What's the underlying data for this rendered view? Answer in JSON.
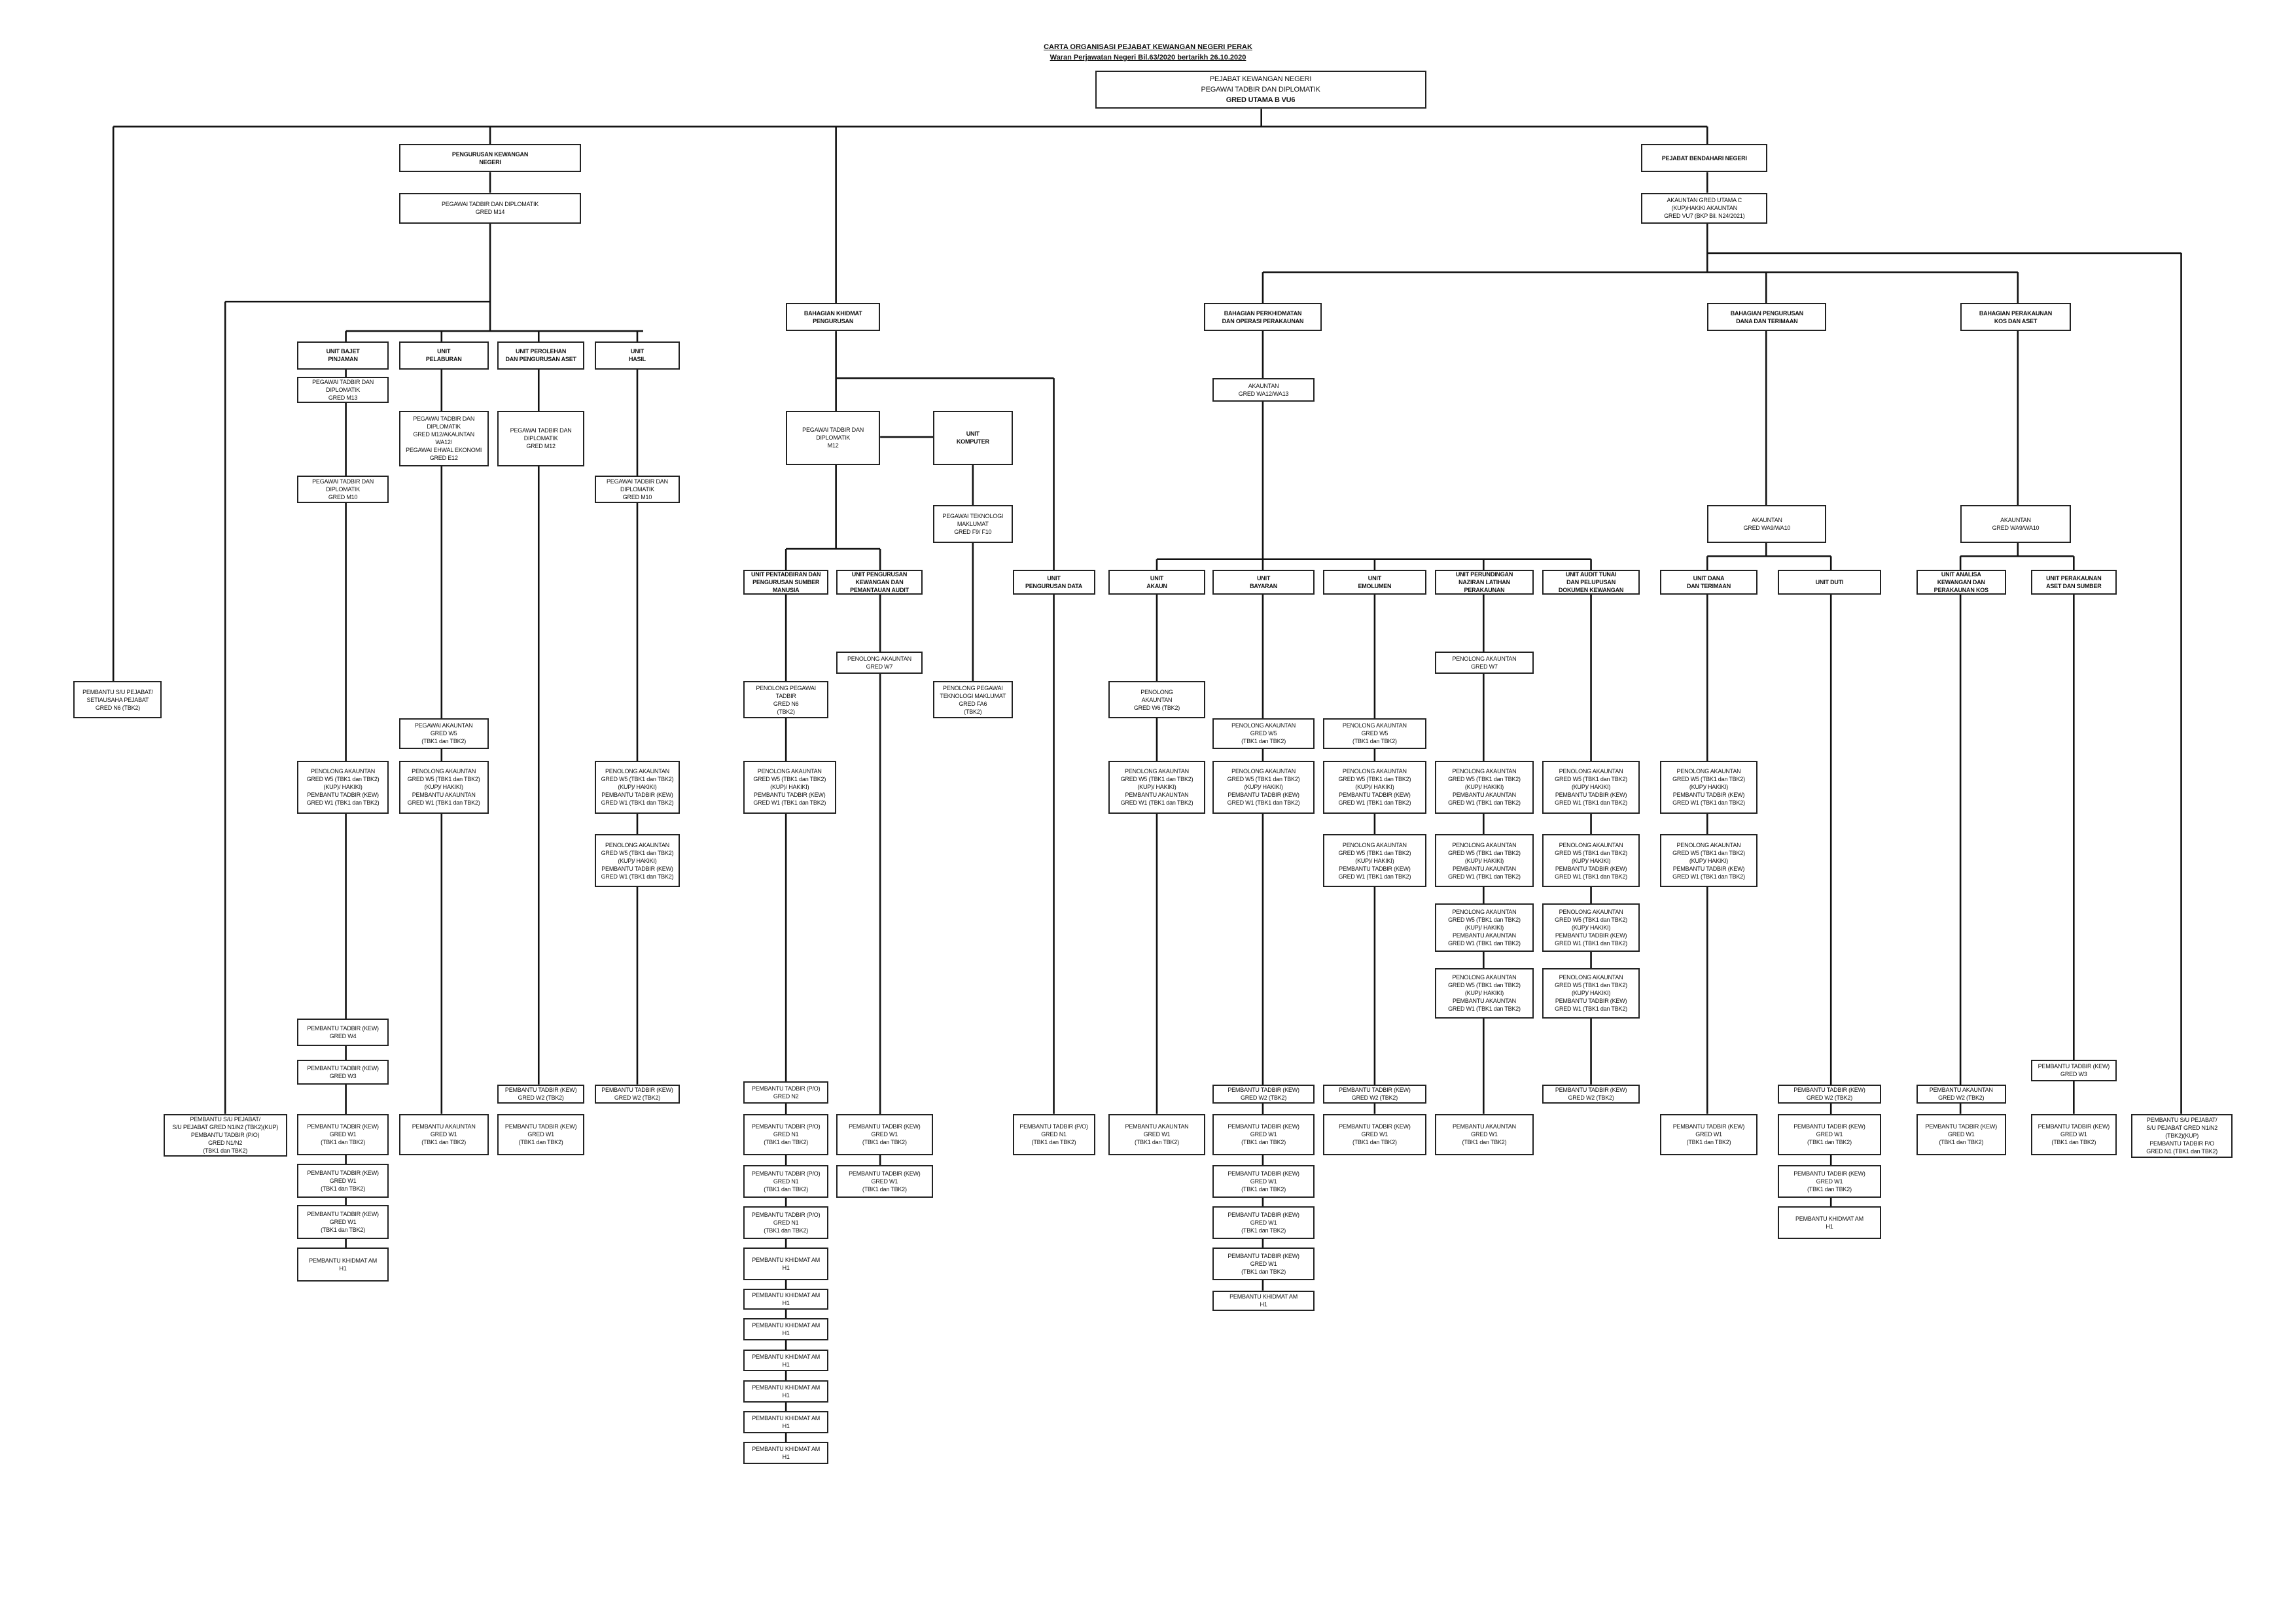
{
  "header": {
    "title": "CARTA ORGANISASI PEJABAT KEWANGAN NEGERI PERAK",
    "subtitle": "Waran Perjawatan Negeri Bil.63/2020 bertarikh 26.10.2020"
  },
  "nodes": {
    "top": [
      "PEJABAT KEWANGAN NEGERI",
      "PEGAWAI TADBIR DAN DIPLOMATIK",
      "GRED UTAMA B VU6"
    ],
    "pkn": [
      "PENGURUSAN KEWANGAN",
      "NEGERI"
    ],
    "pkn_m14": [
      "PEGAWAI TADBIR DAN DIPLOMATIK",
      "GRED M14"
    ],
    "pbn": [
      "PEJABAT BENDAHARI NEGERI"
    ],
    "pbn_vu7": [
      "AKAUNTAN GRED UTAMA C",
      "(KUP)HAKIKI AKAUNTAN",
      "GRED VU7 (BKP Bil. N24/2021)"
    ],
    "su_left": [
      "PEMBANTU S/U PEJABAT/",
      "SETIAUSAHA PEJABAT",
      "GRED N6 (TBK2)"
    ],
    "su_left2": [
      "PEMBANTU S/U PEJABAT/",
      "S/U PEJABAT GRED N1/N2 (TBK2)(KUP)",
      "PEMBANTU TADBIR (P/O)",
      "GRED N1/N2",
      "(TBK1 dan TBK2)"
    ],
    "u_bajet": [
      "UNIT BAJET",
      "PINJAMAN"
    ],
    "u_pelaburan": [
      "UNIT",
      "PELABURAN"
    ],
    "u_perolehan": [
      "UNIT PEROLEHAN",
      "DAN PENGURUSAN ASET"
    ],
    "u_hasil": [
      "UNIT",
      "HASIL"
    ],
    "bj_m13": [
      "PEGAWAI TADBIR DAN",
      "DIPLOMATIK",
      "GRED M13"
    ],
    "bj_m10": [
      "PEGAWAI TADBIR DAN",
      "DIPLOMATIK",
      "GRED M10"
    ],
    "bj_pa": [
      "PENOLONG AKAUNTAN",
      "GRED W5 (TBK1 dan TBK2)",
      "(KUP)/ HAKIKI)",
      "PEMBANTU TADBIR (KEW)",
      "GRED W1 (TBK1 dan TBK2)"
    ],
    "bj_w4": [
      "PEMBANTU TADBIR (KEW)",
      "GRED W4"
    ],
    "bj_w3": [
      "PEMBANTU TADBIR (KEW)",
      "GRED W3"
    ],
    "bj_w1a": [
      "PEMBANTU TADBIR (KEW)",
      "GRED W1",
      "(TBK1  dan TBK2)"
    ],
    "bj_w1b": [
      "PEMBANTU TADBIR (KEW)",
      "GRED W1",
      "(TBK1  dan TBK2)"
    ],
    "bj_w1c": [
      "PEMBANTU TADBIR (KEW)",
      "GRED W1",
      "(TBK1  dan TBK2)"
    ],
    "bj_kh": [
      "PEMBANTU KHIDMAT AM",
      "H1"
    ],
    "pl_m12": [
      "PEGAWAI TADBIR DAN",
      "DIPLOMATIK",
      "GRED M12/AKAUNTAN",
      "WA12/",
      "PEGAWAI EHWAL EKONOMI",
      "GRED E12"
    ],
    "pl_w5": [
      "PEGAWAI AKAUNTAN",
      "GRED W5",
      "(TBK1 dan TBK2)"
    ],
    "pl_pa": [
      "PENOLONG AKAUNTAN",
      "GRED W5 (TBK1 dan TBK2)",
      "(KUP)/ HAKIKI)",
      "PEMBANTU AKAUNTAN",
      "GRED W1 (TBK1 dan TBK2)"
    ],
    "pl_w1": [
      "PEMBANTU AKAUNTAN",
      "GRED W1",
      "(TBK1  dan TBK2)"
    ],
    "pr_m12": [
      "PEGAWAI TADBIR DAN",
      "DIPLOMATIK",
      "GRED M12"
    ],
    "pr_w2": [
      "PEMBANTU TADBIR (KEW)",
      "GRED W2 (TBK2)"
    ],
    "pr_w1": [
      "PEMBANTU TADBIR (KEW)",
      "GRED W1",
      "(TBK1  dan TBK2)"
    ],
    "hs_m10": [
      "PEGAWAI TADBIR DAN",
      "DIPLOMATIK",
      "GRED M10"
    ],
    "hs_pa1": [
      "PENOLONG AKAUNTAN",
      "GRED W5 (TBK1 dan TBK2)",
      "(KUP)/ HAKIKI)",
      "PEMBANTU TADBIR (KEW)",
      "GRED W1 (TBK1 dan TBK2)"
    ],
    "hs_pa2": [
      "PENOLONG AKAUNTAN",
      "GRED W5 (TBK1 dan TBK2)",
      "(KUP)/ HAKIKI)",
      "PEMBANTU TADBIR (KEW)",
      "GRED W1 (TBK1 dan TBK2)"
    ],
    "hs_w2": [
      "PEMBANTU TADBIR (KEW)",
      "GRED W2 (TBK2)"
    ],
    "khidmat": [
      "BAHAGIAN KHIDMAT",
      "PENGURUSAN"
    ],
    "kh_m12": [
      "PEGAWAI TADBIR DAN",
      "DIPLOMATIK",
      "M12"
    ],
    "komputer": [
      "UNIT",
      "KOMPUTER"
    ],
    "kp_f9": [
      "PEGAWAI TEKNOLOGI",
      "MAKLUMAT",
      "GRED F9/ F10"
    ],
    "kp_fa6": [
      "PENOLONG PEGAWAI",
      "TEKNOLOGI MAKLUMAT",
      "GRED FA6",
      "(TBK2)"
    ],
    "u_pentadbiran": [
      "UNIT PENTADBIRAN DAN",
      "PENGURUSAN SUMBER",
      "MANUSIA"
    ],
    "u_pkaudit": [
      "UNIT PENGURUSAN",
      "KEWANGAN DAN",
      "PEMANTAUAN AUDIT"
    ],
    "u_data": [
      "UNIT",
      "PENGURUSAN DATA"
    ],
    "pt_n6": [
      "PENOLONG PEGAWAI",
      "TADBIR",
      "GRED N6",
      "(TBK2)"
    ],
    "pt_pa": [
      "PENOLONG AKAUNTAN",
      "GRED W5 (TBK1 dan TBK2)",
      "(KUP)/ HAKIKI)",
      "PEMBANTU TADBIR (KEW)",
      "GRED W1 (TBK1 dan TBK2)"
    ],
    "pt_n2": [
      "PEMBANTU TADBIR (P/O)",
      "GRED N2"
    ],
    "pt_n1a": [
      "PEMBANTU TADBIR (P/O)",
      "GRED N1",
      "(TBK1 dan TBK2)"
    ],
    "pt_n1b": [
      "PEMBANTU TADBIR (P/O)",
      "GRED N1",
      "(TBK1 dan TBK2)"
    ],
    "pt_n1c": [
      "PEMBANTU TADBIR (P/O)",
      "GRED N1",
      "(TBK1 dan TBK2)"
    ],
    "pt_kh1": [
      "PEMBANTU KHIDMAT AM",
      "H1"
    ],
    "pt_kh2": [
      "PEMBANTU KHIDMAT AM",
      "H1"
    ],
    "pt_kh3": [
      "PEMBANTU KHIDMAT AM",
      "H1"
    ],
    "pt_kh4": [
      "PEMBANTU KHIDMAT AM",
      "H1"
    ],
    "pt_kh5": [
      "PEMBANTU KHIDMAT AM",
      "H1"
    ],
    "pt_kh6": [
      "PEMBANTU KHIDMAT AM",
      "H1"
    ],
    "pt_kh7": [
      "PEMBANTU KHIDMAT AM",
      "H1"
    ],
    "pa_w7": [
      "PENOLONG AKAUNTAN",
      "GRED W7"
    ],
    "pa_w1a": [
      "PEMBANTU TADBIR (KEW)",
      "GRED W1",
      "(TBK1  dan TBK2)"
    ],
    "pa_w1b": [
      "PEMBANTU TADBIR (KEW)",
      "GRED W1",
      "(TBK1  dan TBK2)"
    ],
    "dt_n1": [
      "PEMBANTU TADBIR (P/O)",
      "GRED N1",
      "(TBK1 dan TBK2)"
    ],
    "b_perkhidmatan": [
      "BAHAGIAN PERKHIDMATAN",
      "DAN OPERASI PERAKAUNAN"
    ],
    "b_dana": [
      "BAHAGIAN PENGURUSAN",
      "DANA DAN TERIMAAN"
    ],
    "b_kos": [
      "BAHAGIAN PERAKAUNAN",
      "KOS DAN ASET"
    ],
    "pk_wa12": [
      "AKAUNTAN",
      "GRED WA12/WA13"
    ],
    "dn_wa9": [
      "AKAUNTAN",
      "GRED WA9/WA10"
    ],
    "ks_wa9": [
      "AKAUNTAN",
      "GRED WA9/WA10"
    ],
    "u_akaun": [
      "UNIT",
      "AKAUN"
    ],
    "u_bayaran": [
      "UNIT",
      "BAYARAN"
    ],
    "u_emolumen": [
      "UNIT",
      "EMOLUMEN"
    ],
    "u_perundingan": [
      "UNIT PERUNDINGAN",
      "NAZIRAN LATIHAN",
      "PERAKAUNAN"
    ],
    "u_audit": [
      "UNIT AUDIT TUNAI",
      "DAN PELUPUSAN",
      "DOKUMEN KEWANGAN"
    ],
    "u_dana": [
      "UNIT DANA",
      "DAN TERIMAAN"
    ],
    "u_duti": [
      "UNIT DUTI"
    ],
    "u_analisa": [
      "UNIT ANALISA",
      "KEWANGAN DAN",
      "PERAKAUNAN KOS"
    ],
    "u_aset": [
      "UNIT PERAKAUNAN",
      "ASET DAN SUMBER"
    ],
    "ak_w6": [
      "PENOLONG",
      "AKAUNTAN",
      "GRED W6 (TBK2)"
    ],
    "ak_pa": [
      "PENOLONG AKAUNTAN",
      "GRED W5 (TBK1 dan TBK2)",
      "(KUP)/ HAKIKI)",
      "PEMBANTU AKAUNTAN",
      "GRED W1 (TBK1 dan TBK2)"
    ],
    "ak_w1": [
      "PEMBANTU AKAUNTAN",
      "GRED W1",
      "(TBK1  dan TBK2)"
    ],
    "by_w5": [
      "PENOLONG AKAUNTAN",
      "GRED W5",
      "(TBK1 dan TBK2)"
    ],
    "by_pa": [
      "PENOLONG AKAUNTAN",
      "GRED W5 (TBK1 dan TBK2)",
      "(KUP)/ HAKIKI)",
      "PEMBANTU TADBIR (KEW)",
      "GRED W1 (TBK1 dan TBK2)"
    ],
    "by_w2": [
      "PEMBANTU TADBIR (KEW)",
      "GRED W2 (TBK2)"
    ],
    "by_w1a": [
      "PEMBANTU TADBIR (KEW)",
      "GRED W1",
      "(TBK1  dan TBK2)"
    ],
    "by_w1b": [
      "PEMBANTU TADBIR (KEW)",
      "GRED W1",
      "(TBK1  dan TBK2)"
    ],
    "by_w1c": [
      "PEMBANTU TADBIR (KEW)",
      "GRED W1",
      "(TBK1  dan TBK2)"
    ],
    "by_w1d": [
      "PEMBANTU TADBIR (KEW)",
      "GRED W1",
      "(TBK1  dan TBK2)"
    ],
    "by_kh": [
      "PEMBANTU KHIDMAT AM",
      "H1"
    ],
    "em_w5": [
      "PENOLONG AKAUNTAN",
      "GRED W5",
      "(TBK1 dan TBK2)"
    ],
    "em_pa1": [
      "PENOLONG AKAUNTAN",
      "GRED W5 (TBK1 dan TBK2)",
      "(KUP)/ HAKIKI)",
      "PEMBANTU TADBIR (KEW)",
      "GRED W1 (TBK1 dan TBK2)"
    ],
    "em_pa2": [
      "PENOLONG AKAUNTAN",
      "GRED W5 (TBK1 dan TBK2)",
      "(KUP)/ HAKIKI)",
      "PEMBANTU TADBIR (KEW)",
      "GRED W1 (TBK1 dan TBK2)"
    ],
    "em_w2": [
      "PEMBANTU TADBIR (KEW)",
      "GRED W2 (TBK2)"
    ],
    "em_w1": [
      "PEMBANTU TADBIR (KEW)",
      "GRED W1",
      "(TBK1  dan TBK2)"
    ],
    "pd_w7": [
      "PENOLONG AKAUNTAN",
      "GRED W7"
    ],
    "pd_pa1": [
      "PENOLONG AKAUNTAN",
      "GRED W5 (TBK1 dan TBK2)",
      "(KUP)/ HAKIKI)",
      "PEMBANTU AKAUNTAN",
      "GRED W1 (TBK1 dan TBK2)"
    ],
    "pd_pa2": [
      "PENOLONG AKAUNTAN",
      "GRED W5 (TBK1 dan TBK2)",
      "(KUP)/ HAKIKI)",
      "PEMBANTU AKAUNTAN",
      "GRED W1 (TBK1 dan TBK2)"
    ],
    "pd_pa3": [
      "PENOLONG AKAUNTAN",
      "GRED W5 (TBK1 dan TBK2)",
      "(KUP)/ HAKIKI)",
      "PEMBANTU AKAUNTAN",
      "GRED W1 (TBK1 dan TBK2)"
    ],
    "pd_pa4": [
      "PENOLONG AKAUNTAN",
      "GRED W5 (TBK1 dan TBK2)",
      "(KUP)/ HAKIKI)",
      "PEMBANTU AKAUNTAN",
      "GRED W1 (TBK1 dan TBK2)"
    ],
    "pd_w1": [
      "PEMBANTU AKAUNTAN",
      "GRED W1",
      "(TBK1  dan TBK2)"
    ],
    "au_pa1": [
      "PENOLONG AKAUNTAN",
      "GRED W5 (TBK1 dan TBK2)",
      "(KUP)/ HAKIKI)",
      "PEMBANTU TADBIR (KEW)",
      "GRED W1 (TBK1 dan TBK2)"
    ],
    "au_pa2": [
      "PENOLONG AKAUNTAN",
      "GRED W5 (TBK1 dan TBK2)",
      "(KUP)/ HAKIKI)",
      "PEMBANTU TADBIR (KEW)",
      "GRED W1 (TBK1 dan TBK2)"
    ],
    "au_pa3": [
      "PENOLONG AKAUNTAN",
      "GRED W5 (TBK1 dan TBK2)",
      "(KUP)/ HAKIKI)",
      "PEMBANTU TADBIR (KEW)",
      "GRED W1 (TBK1 dan TBK2)"
    ],
    "au_pa4": [
      "PENOLONG AKAUNTAN",
      "GRED W5 (TBK1 dan TBK2)",
      "(KUP)/ HAKIKI)",
      "PEMBANTU TADBIR (KEW)",
      "GRED W1 (TBK1 dan TBK2)"
    ],
    "au_w2": [
      "PEMBANTU TADBIR (KEW)",
      "GRED W2 (TBK2)"
    ],
    "dn_pa1": [
      "PENOLONG AKAUNTAN",
      "GRED W5 (TBK1 dan TBK2)",
      "(KUP)/ HAKIKI)",
      "PEMBANTU TADBIR (KEW)",
      "GRED W1 (TBK1 dan TBK2)"
    ],
    "dn_pa2": [
      "PENOLONG AKAUNTAN",
      "GRED W5 (TBK1 dan TBK2)",
      "(KUP)/ HAKIKI)",
      "PEMBANTU TADBIR (KEW)",
      "GRED W1 (TBK1 dan TBK2)"
    ],
    "dn_w1": [
      "PEMBANTU TADBIR (KEW)",
      "GRED W1",
      "(TBK1  dan TBK2)"
    ],
    "dt_w2": [
      "PEMBANTU TADBIR (KEW)",
      "GRED W2 (TBK2)"
    ],
    "dt_w1a": [
      "PEMBANTU TADBIR (KEW)",
      "GRED W1",
      "(TBK1  dan TBK2)"
    ],
    "dt_w1b": [
      "PEMBANTU TADBIR (KEW)",
      "GRED W1",
      "(TBK1  dan TBK2)"
    ],
    "dt_kh": [
      "PEMBANTU KHIDMAT AM",
      "H1"
    ],
    "an_w2": [
      "PEMBANTU AKAUNTAN",
      "GRED W2 (TBK2)"
    ],
    "an_w1": [
      "PEMBANTU TADBIR (KEW)",
      "GRED W1",
      "(TBK1  dan TBK2)"
    ],
    "as_w3": [
      "PEMBANTU TADBIR (KEW)",
      "GRED W3"
    ],
    "as_w1": [
      "PEMBANTU TADBIR (KEW)",
      "GRED W1",
      "(TBK1  dan TBK2)"
    ],
    "su_right": [
      "PEMBANTU S/U PEJABAT/",
      "S/U PEJABAT GRED N1/N2",
      "(TBK2)(KUP)",
      "PEMBANTU TADBIR P/O",
      "GRED N1 (TBK1 dan TBK2)"
    ]
  }
}
